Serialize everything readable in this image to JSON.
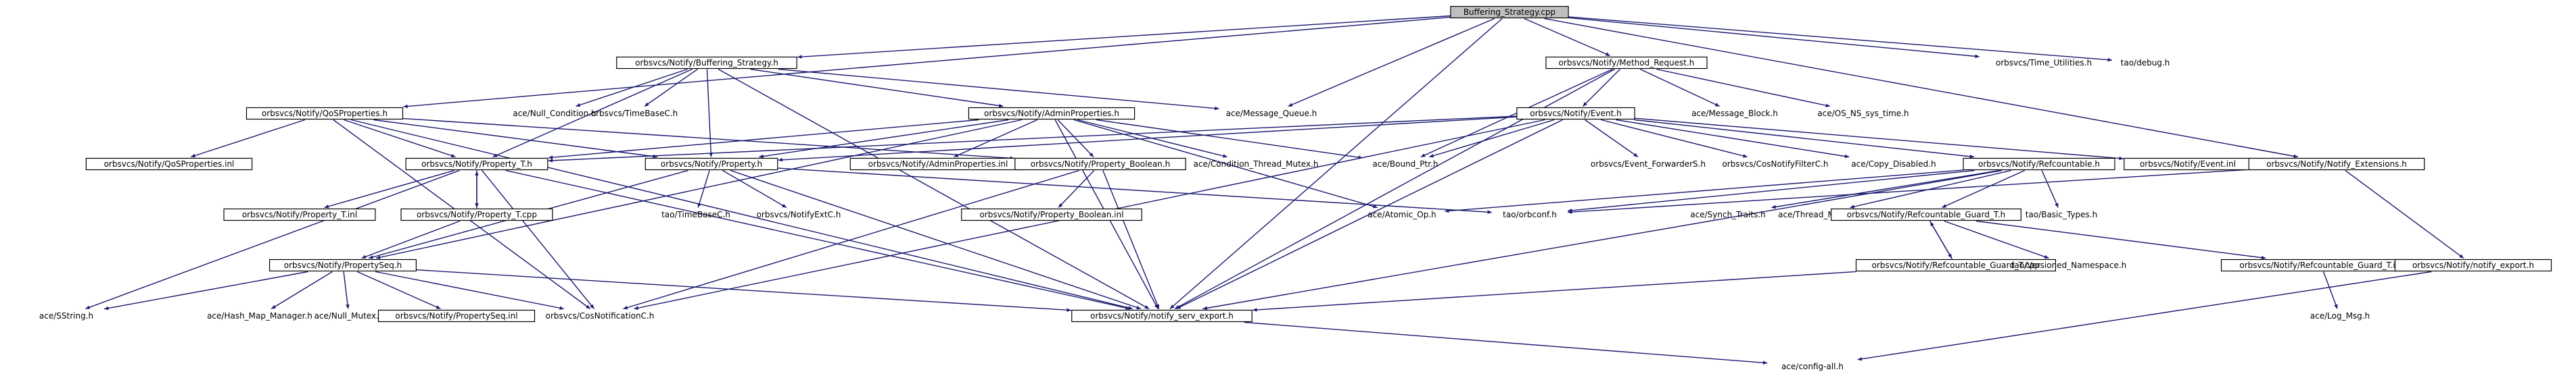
{
  "diagram": {
    "type": "include-dependency-graph",
    "colors": {
      "edge": "#191970",
      "root_fill": "#bfbfbf",
      "box_fill": "#ffffff",
      "box_stroke": "#000000",
      "background": "#ffffff"
    },
    "nodes": {
      "n0": {
        "label": "Buffering_Strategy.cpp",
        "root": true
      },
      "n1": {
        "label": "orbsvcs/Notify/Buffering_Strategy.h"
      },
      "n2": {
        "label": "ace/Message_Queue.h"
      },
      "n3": {
        "label": "orbsvcs/Notify/Method_Request.h"
      },
      "n4": {
        "label": "orbsvcs/Time_Utilities.h"
      },
      "n5": {
        "label": "tao/debug.h"
      },
      "n6": {
        "label": "orbsvcs/Notify/QoSProperties.h"
      },
      "n7": {
        "label": "ace/Null_Condition.h"
      },
      "n8": {
        "label": "orbsvcs/TimeBaseC.h"
      },
      "n9": {
        "label": "orbsvcs/Notify/AdminProperties.h"
      },
      "n10": {
        "label": "orbsvcs/Notify/Event.h"
      },
      "n11": {
        "label": "ace/Message_Block.h"
      },
      "n12": {
        "label": "ace/OS_NS_sys_time.h"
      },
      "n13": {
        "label": "orbsvcs/Notify/QoSProperties.inl"
      },
      "n14": {
        "label": "orbsvcs/Notify/Property_T.h"
      },
      "n15": {
        "label": "orbsvcs/Notify/Property.h"
      },
      "n16": {
        "label": "orbsvcs/Notify/AdminProperties.inl"
      },
      "n17": {
        "label": "orbsvcs/Notify/Property_Boolean.h"
      },
      "n18": {
        "label": "ace/Condition_Thread_Mutex.h"
      },
      "n19": {
        "label": "ace/Bound_Ptr.h"
      },
      "n20": {
        "label": "orbsvcs/Event_ForwarderS.h"
      },
      "n21": {
        "label": "orbsvcs/CosNotifyFilterC.h"
      },
      "n22": {
        "label": "ace/Copy_Disabled.h"
      },
      "n23": {
        "label": "orbsvcs/Notify/Refcountable.h"
      },
      "n24": {
        "label": "orbsvcs/Notify/Event.inl"
      },
      "n25": {
        "label": "orbsvcs/Notify/Notify_Extensions.h"
      },
      "n26": {
        "label": "orbsvcs/Notify/Property_T.inl"
      },
      "n27": {
        "label": "orbsvcs/Notify/Property_T.cpp"
      },
      "n28": {
        "label": "tao/TimeBaseC.h"
      },
      "n29": {
        "label": "orbsvcs/NotifyExtC.h"
      },
      "n30": {
        "label": "orbsvcs/Notify/Property_Boolean.inl"
      },
      "n31": {
        "label": "ace/Atomic_Op.h"
      },
      "n32": {
        "label": "tao/orbconf.h"
      },
      "n33": {
        "label": "ace/Synch_Traits.h"
      },
      "n34": {
        "label": "ace/Thread_Mutex.h"
      },
      "n35": {
        "label": "orbsvcs/Notify/Refcountable_Guard_T.h"
      },
      "n36": {
        "label": "tao/Basic_Types.h"
      },
      "n37": {
        "label": "orbsvcs/Notify/PropertySeq.h"
      },
      "n38": {
        "label": "orbsvcs/Notify/Refcountable_Guard_T.cpp"
      },
      "n39": {
        "label": "tao/Versioned_Namespace.h"
      },
      "n40": {
        "label": "orbsvcs/Notify/Refcountable_Guard_T.inl"
      },
      "n41": {
        "label": "orbsvcs/Notify/notify_export.h"
      },
      "n42": {
        "label": "ace/SString.h"
      },
      "n43": {
        "label": "ace/Hash_Map_Manager.h"
      },
      "n44": {
        "label": "ace/Null_Mutex.h"
      },
      "n45": {
        "label": "orbsvcs/Notify/PropertySeq.inl"
      },
      "n46": {
        "label": "orbsvcs/CosNotificationC.h"
      },
      "n47": {
        "label": "orbsvcs/Notify/notify_serv_export.h"
      },
      "n48": {
        "label": "ace/Log_Msg.h"
      },
      "n49": {
        "label": "ace/config-all.h"
      }
    },
    "edges": [
      [
        "n0",
        "n1"
      ],
      [
        "n0",
        "n2"
      ],
      [
        "n0",
        "n3"
      ],
      [
        "n0",
        "n4"
      ],
      [
        "n0",
        "n5"
      ],
      [
        "n0",
        "n6"
      ],
      [
        "n0",
        "n47"
      ],
      [
        "n0",
        "n25"
      ],
      [
        "n1",
        "n7"
      ],
      [
        "n1",
        "n8"
      ],
      [
        "n1",
        "n2"
      ],
      [
        "n1",
        "n9"
      ],
      [
        "n1",
        "n15"
      ],
      [
        "n1",
        "n14"
      ],
      [
        "n1",
        "n47"
      ],
      [
        "n3",
        "n10"
      ],
      [
        "n3",
        "n11"
      ],
      [
        "n3",
        "n12"
      ],
      [
        "n3",
        "n19"
      ],
      [
        "n3",
        "n47"
      ],
      [
        "n6",
        "n13"
      ],
      [
        "n6",
        "n14"
      ],
      [
        "n6",
        "n15"
      ],
      [
        "n6",
        "n17"
      ],
      [
        "n6",
        "n47"
      ],
      [
        "n6",
        "n46"
      ],
      [
        "n9",
        "n14"
      ],
      [
        "n9",
        "n15"
      ],
      [
        "n9",
        "n16"
      ],
      [
        "n9",
        "n17"
      ],
      [
        "n9",
        "n18"
      ],
      [
        "n9",
        "n19"
      ],
      [
        "n9",
        "n31"
      ],
      [
        "n9",
        "n47"
      ],
      [
        "n9",
        "n37"
      ],
      [
        "n10",
        "n14"
      ],
      [
        "n10",
        "n15"
      ],
      [
        "n10",
        "n19"
      ],
      [
        "n10",
        "n20"
      ],
      [
        "n10",
        "n21"
      ],
      [
        "n10",
        "n22"
      ],
      [
        "n10",
        "n23"
      ],
      [
        "n10",
        "n24"
      ],
      [
        "n10",
        "n47"
      ],
      [
        "n10",
        "n46"
      ],
      [
        "n14",
        "n26"
      ],
      [
        "n14",
        "n27"
      ],
      [
        "n14",
        "n46"
      ],
      [
        "n14",
        "n42"
      ],
      [
        "n14",
        "n47"
      ],
      [
        "n27",
        "n14"
      ],
      [
        "n27",
        "n37"
      ],
      [
        "n15",
        "n28"
      ],
      [
        "n15",
        "n29"
      ],
      [
        "n15",
        "n32"
      ],
      [
        "n15",
        "n47"
      ],
      [
        "n15",
        "n37"
      ],
      [
        "n17",
        "n30"
      ],
      [
        "n17",
        "n47"
      ],
      [
        "n17",
        "n46"
      ],
      [
        "n23",
        "n31"
      ],
      [
        "n23",
        "n32"
      ],
      [
        "n23",
        "n33"
      ],
      [
        "n23",
        "n34"
      ],
      [
        "n23",
        "n35"
      ],
      [
        "n23",
        "n36"
      ],
      [
        "n23",
        "n47"
      ],
      [
        "n35",
        "n38"
      ],
      [
        "n35",
        "n39"
      ],
      [
        "n35",
        "n40"
      ],
      [
        "n38",
        "n35"
      ],
      [
        "n38",
        "n47"
      ],
      [
        "n25",
        "n32"
      ],
      [
        "n25",
        "n41"
      ],
      [
        "n37",
        "n42"
      ],
      [
        "n37",
        "n43"
      ],
      [
        "n37",
        "n44"
      ],
      [
        "n37",
        "n45"
      ],
      [
        "n37",
        "n46"
      ],
      [
        "n37",
        "n47"
      ],
      [
        "n40",
        "n48"
      ],
      [
        "n41",
        "n49"
      ],
      [
        "n47",
        "n49"
      ]
    ]
  }
}
